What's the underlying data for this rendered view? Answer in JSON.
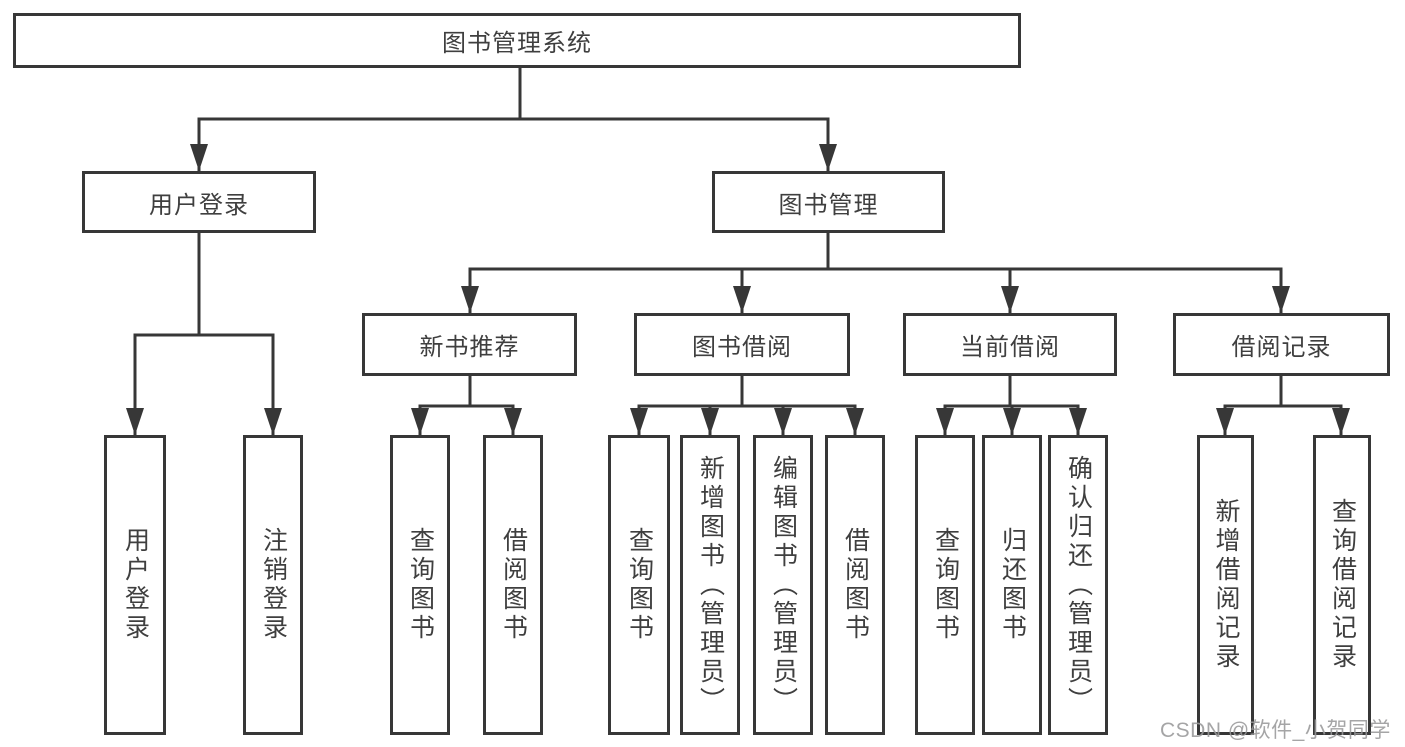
{
  "diagram_title": "图书管理系统",
  "tree": {
    "root": {
      "label": "图书管理系统",
      "children": [
        {
          "label": "用户登录",
          "children": [
            {
              "label": "用户登录"
            },
            {
              "label": "注销登录"
            }
          ]
        },
        {
          "label": "图书管理",
          "children": [
            {
              "label": "新书推荐",
              "children": [
                {
                  "label": "查询图书"
                },
                {
                  "label": "借阅图书"
                }
              ]
            },
            {
              "label": "图书借阅",
              "children": [
                {
                  "label": "查询图书"
                },
                {
                  "label": "新增图书（管理员）"
                },
                {
                  "label": "编辑图书（管理员）"
                },
                {
                  "label": "借阅图书"
                }
              ]
            },
            {
              "label": "当前借阅",
              "children": [
                {
                  "label": "查询图书"
                },
                {
                  "label": "归还图书"
                },
                {
                  "label": "确认归还（管理员）"
                }
              ]
            },
            {
              "label": "借阅记录",
              "children": [
                {
                  "label": "新增借阅记录"
                },
                {
                  "label": "查询借阅记录"
                }
              ]
            }
          ]
        }
      ]
    }
  },
  "watermark": {
    "text": "CSDN @软件_小贺同学"
  },
  "colors": {
    "line": "#373737",
    "box_border": "#373737",
    "text": "#3f3f3f",
    "watermark": "#98989a",
    "background": "#ffffff"
  }
}
